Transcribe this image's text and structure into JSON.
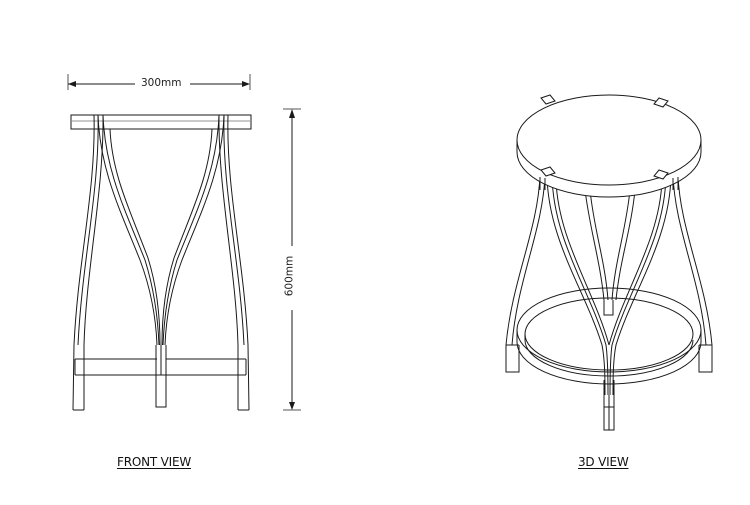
{
  "drawing": {
    "type": "technical-drawing",
    "subject": "stool",
    "views": [
      {
        "id": "front",
        "caption": "FRONT VIEW",
        "dimensions": {
          "width_label": "300mm",
          "height_label": "600mm"
        }
      },
      {
        "id": "3d",
        "caption": "3D VIEW"
      }
    ],
    "colors": {
      "line": "#1a1a1a",
      "background": "#ffffff",
      "seat_highlight": "#c8c8c8"
    }
  }
}
